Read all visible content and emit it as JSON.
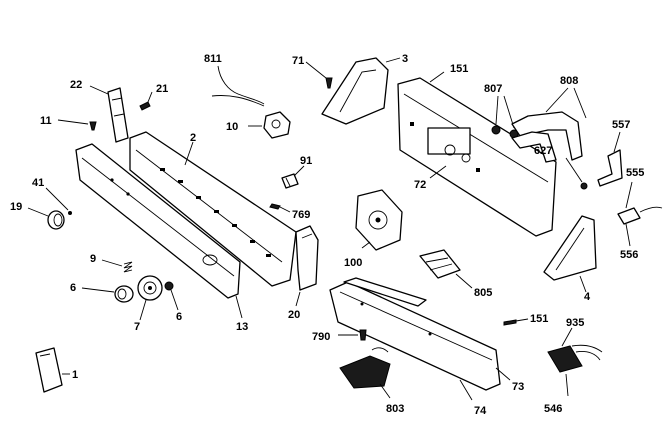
{
  "labels": {
    "p1": "1",
    "p2": "2",
    "p3": "3",
    "p4": "4",
    "p6a": "6",
    "p6b": "6",
    "p7": "7",
    "p9": "9",
    "p10": "10",
    "p11": "11",
    "p13": "13",
    "p19": "19",
    "p20": "20",
    "p21": "21",
    "p22": "22",
    "p41": "41",
    "p71": "71",
    "p72": "72",
    "p73": "73",
    "p74": "74",
    "p91": "91",
    "p100": "100",
    "p151a": "151",
    "p151b": "151",
    "p546": "546",
    "p555": "555",
    "p556": "556",
    "p557": "557",
    "p627": "627",
    "p769": "769",
    "p790": "790",
    "p803": "803",
    "p805": "805",
    "p807": "807",
    "p808": "808",
    "p811": "811",
    "p935": "935"
  }
}
